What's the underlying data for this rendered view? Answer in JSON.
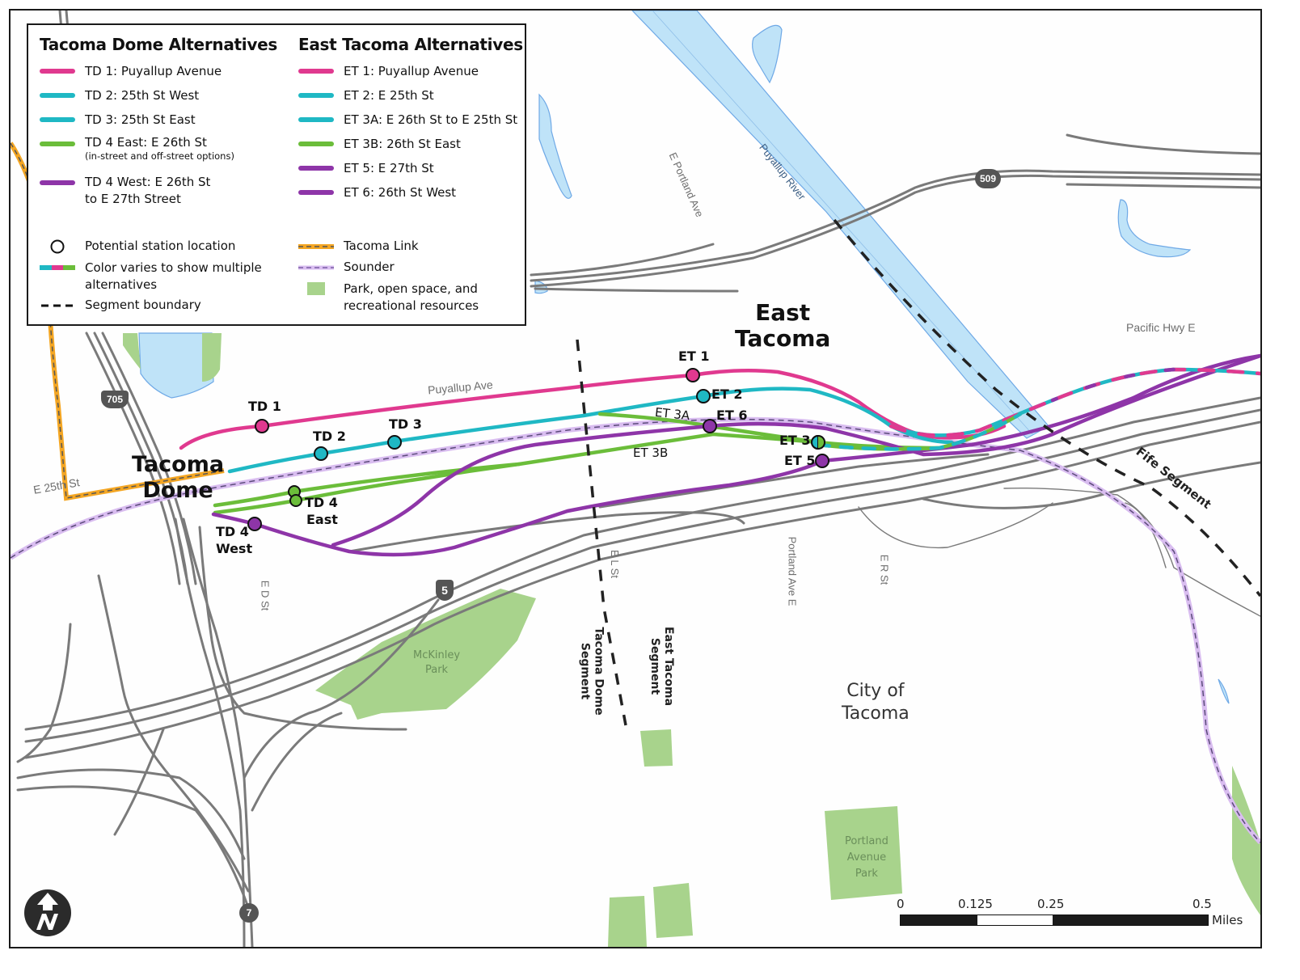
{
  "colors": {
    "magenta": "#e0398f",
    "teal": "#1fb8c4",
    "green": "#6bbd3a",
    "purple": "#8e35a8",
    "orange": "#f4a623",
    "sounder": "#c7a0e3",
    "park": "#a8d38c",
    "water": "#bfe3f8",
    "water_edge": "#6fa9e6",
    "road": "#7a7a7a",
    "boundary": "#222222"
  },
  "legend": {
    "td_title": "Tacoma Dome Alternatives",
    "et_title": "East Tacoma Alternatives",
    "td_items": [
      {
        "label": "TD 1: Puyallup Avenue",
        "color": "#e0398f"
      },
      {
        "label": "TD 2: 25th St West",
        "color": "#1fb8c4"
      },
      {
        "label": "TD 3: 25th St East",
        "color": "#1fb8c4"
      },
      {
        "label": "TD 4 East: E 26th St",
        "sub": "(in-street and off-street options)",
        "color": "#6bbd3a"
      },
      {
        "label": "TD 4 West: E 26th St",
        "label2": "to E 27th Street",
        "color": "#8e35a8"
      }
    ],
    "et_items": [
      {
        "label": "ET 1: Puyallup Avenue",
        "color": "#e0398f"
      },
      {
        "label": "ET 2: E 25th St",
        "color": "#1fb8c4"
      },
      {
        "label": "ET 3A: E 26th St to E 25th St",
        "color": "#1fb8c4"
      },
      {
        "label": "ET 3B: 26th St East",
        "color": "#6bbd3a"
      },
      {
        "label": "ET 5: E 27th St",
        "color": "#8e35a8"
      },
      {
        "label": "ET 6: 26th St West",
        "color": "#8e35a8"
      }
    ],
    "symbols_left": [
      {
        "icon": "station-circle-icon",
        "label": "Potential station location"
      },
      {
        "icon": "multi-color-line-icon",
        "label": "Color varies to show multiple",
        "label2": "alternatives"
      },
      {
        "icon": "dashed-line-icon",
        "label": "Segment boundary"
      }
    ],
    "symbols_right": [
      {
        "icon": "tacoma-link-line-icon",
        "label": "Tacoma Link"
      },
      {
        "icon": "sounder-line-icon",
        "label": "Sounder"
      },
      {
        "icon": "park-swatch-icon",
        "label": "Park, open space, and",
        "label2": "recreational resources"
      }
    ]
  },
  "map": {
    "places": {
      "tacoma_dome": [
        "Tacoma",
        "Dome"
      ],
      "east_tacoma": [
        "East",
        "Tacoma"
      ],
      "city_of_tacoma": [
        "City of",
        "Tacoma"
      ]
    },
    "stations": {
      "td1": "TD 1",
      "td2": "TD 2",
      "td3": "TD 3",
      "td4_east": [
        "TD 4",
        "East"
      ],
      "td4_west": [
        "TD 4",
        "West"
      ],
      "et1": "ET 1",
      "et2": "ET 2",
      "et3": "ET 3",
      "et5": "ET 5",
      "et6": "ET 6"
    },
    "route_labels": {
      "et3a": "ET 3A",
      "et3b": "ET 3B"
    },
    "streets": {
      "puyallup_ave": "Puyallup Ave",
      "e_25th_st": "E 25th St",
      "e_portland_ave": "E Portland Ave",
      "puyallup_river": "Puyallup River",
      "pacific_hwy_e": "Pacific Hwy E",
      "e_d_st": "E D St",
      "e_l_st": "E L St",
      "portland_ave_e": "Portland Ave E",
      "e_r_st": "E R St"
    },
    "segments": {
      "tacoma_dome": [
        "Tacoma Dome",
        "Segment"
      ],
      "east_tacoma": [
        "East Tacoma",
        "Segment"
      ],
      "fife": "Fife Segment"
    },
    "parks": {
      "mckinley": [
        "McKinley",
        "Park"
      ],
      "portland_avenue": [
        "Portland",
        "Avenue",
        "Park"
      ]
    },
    "shields": {
      "i705": "705",
      "sr509": "509",
      "i5": "5",
      "sr7": "7"
    }
  },
  "scale": {
    "ticks": [
      "0",
      "0.125",
      "0.25",
      "0.5"
    ],
    "unit": "Miles"
  },
  "north_arrow": "N"
}
